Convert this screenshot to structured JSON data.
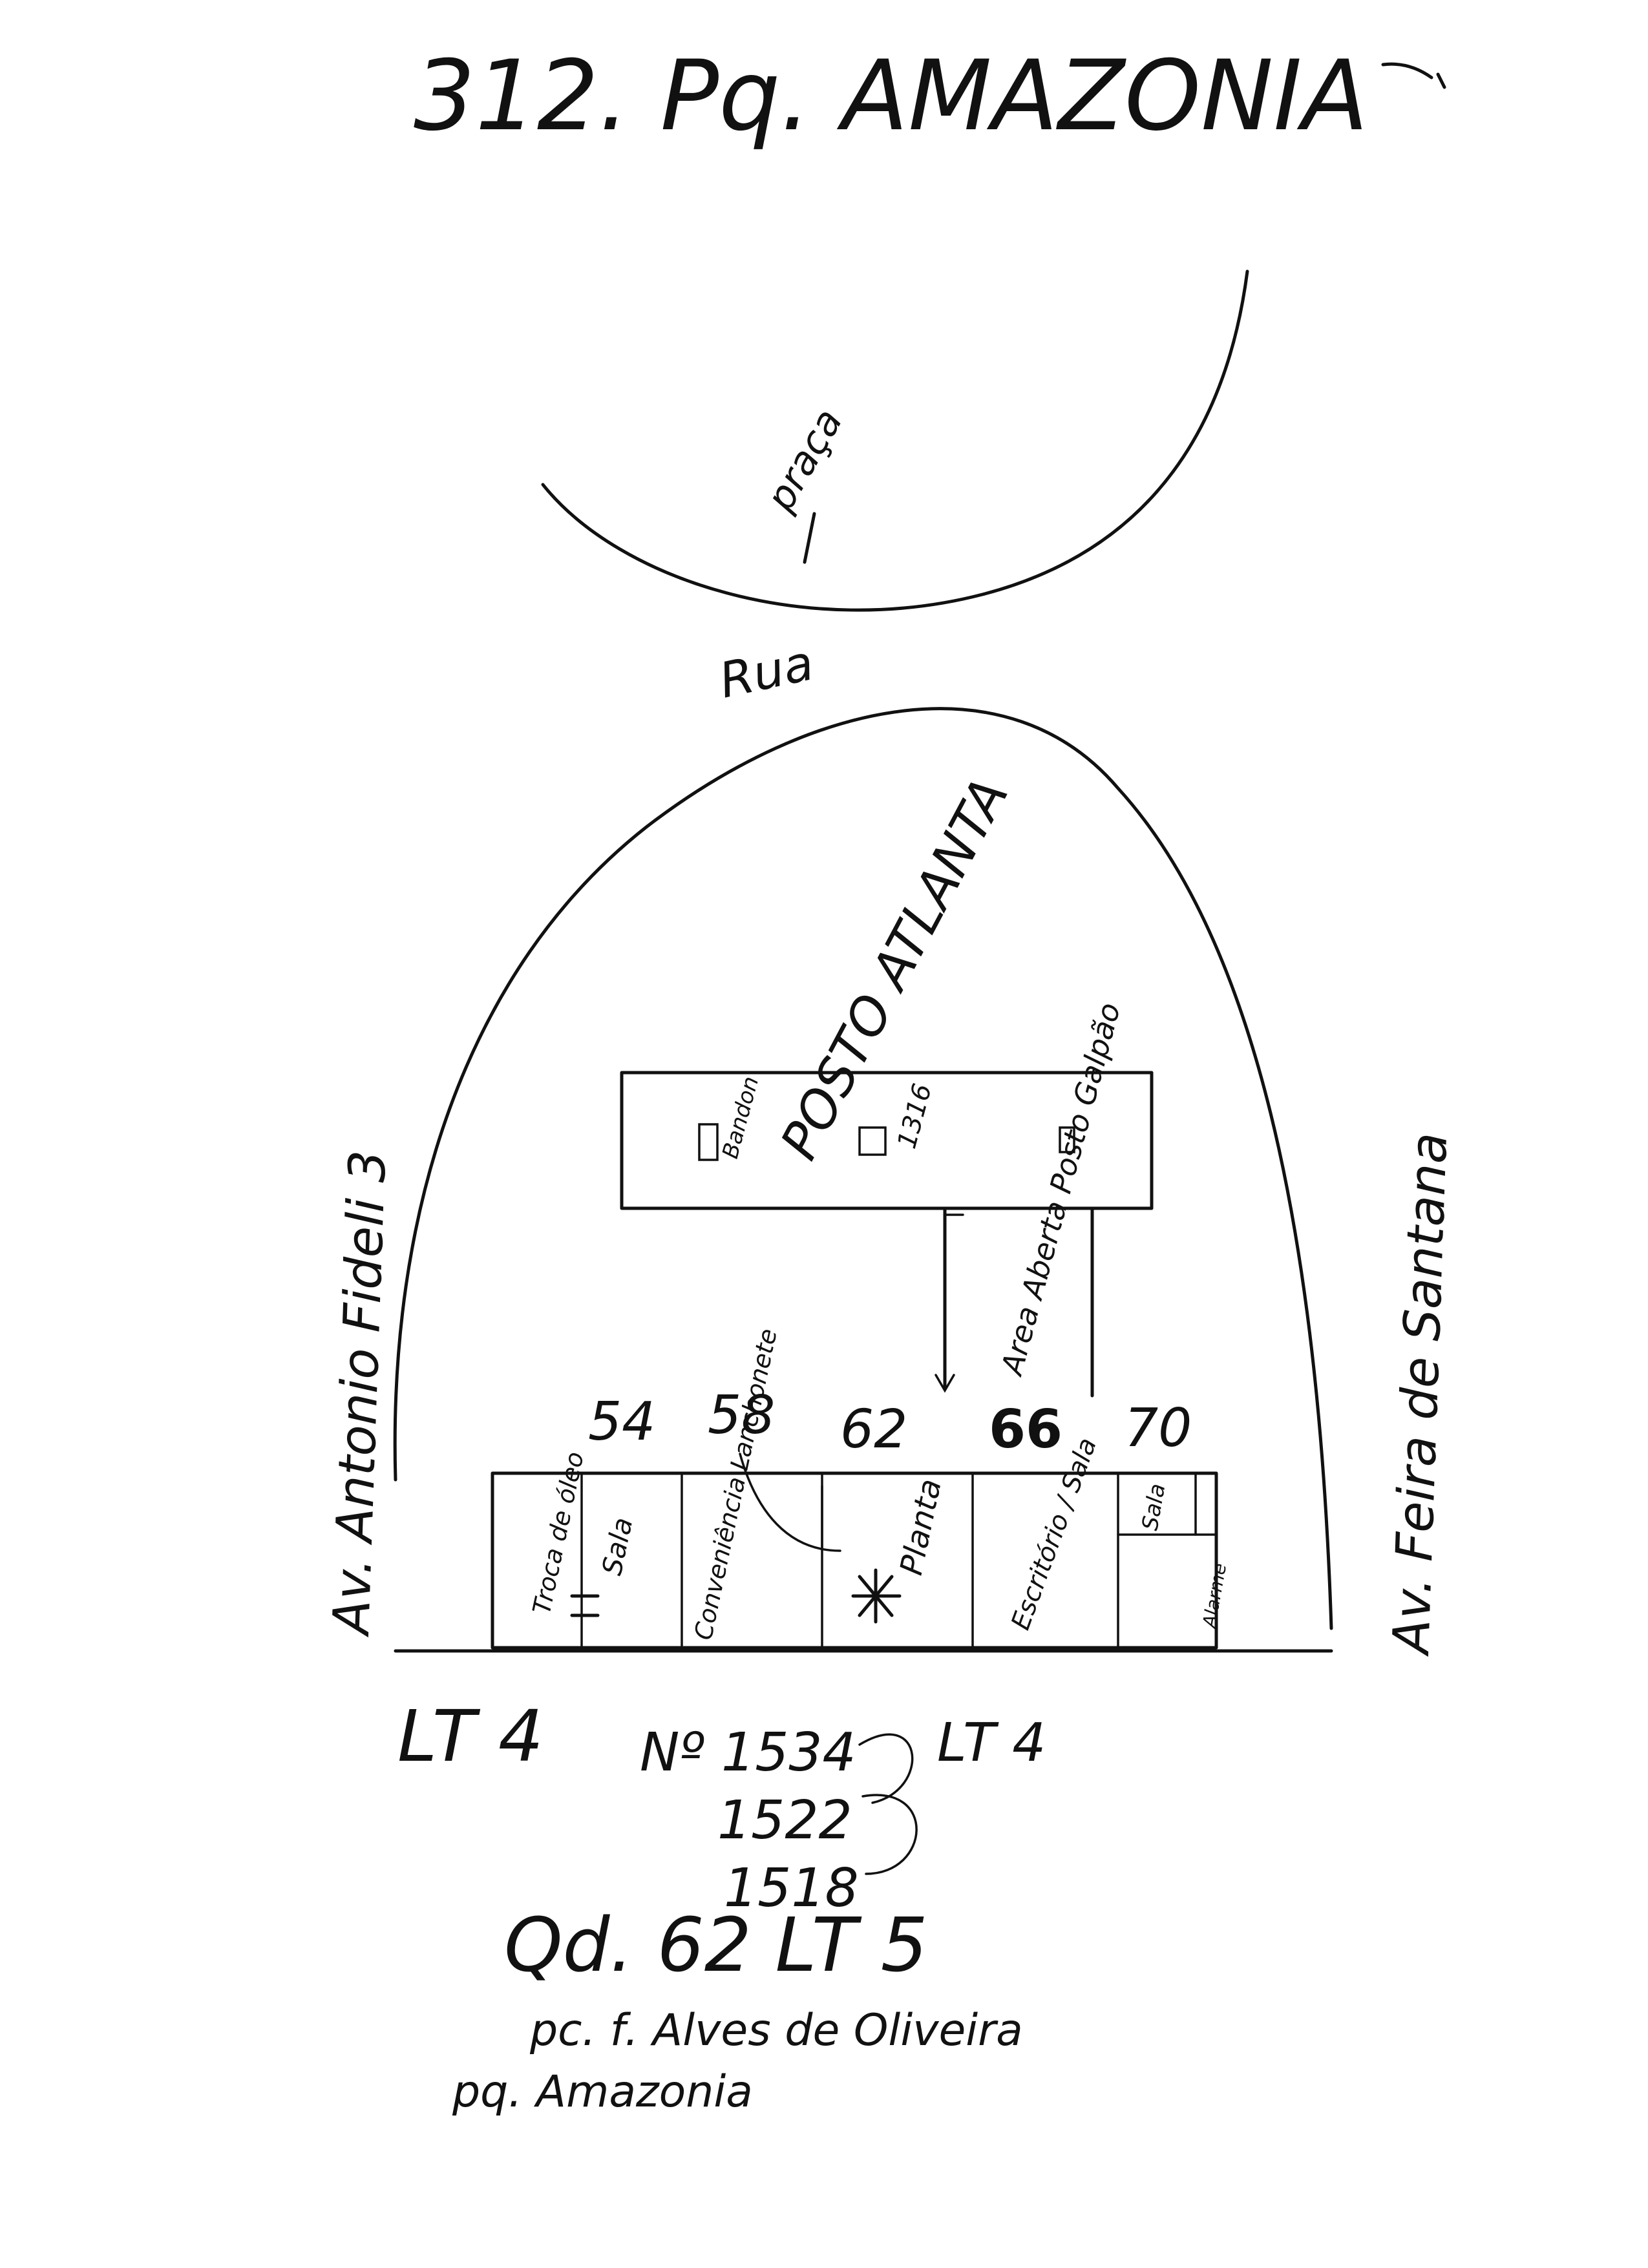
{
  "title": "312. Pq. AMAZONIA",
  "streets": {
    "top_arc_label": "praça",
    "rua": "Rua",
    "left": "Av. Antonio Fideli 3",
    "right": "Av. Feira de Santana"
  },
  "gas_station": {
    "label": "POSTO ATLANTA",
    "box_label": "Bandon",
    "number": "1316",
    "note": "Area Aberta Posto Galpão"
  },
  "numbers": [
    "54",
    "58",
    "62",
    "66",
    "70"
  ],
  "units": [
    "Troca de óleo",
    "Sala",
    "Conveniência Lanchonete",
    "Planta",
    "Escritório / Sala",
    "Sala",
    "Alarme"
  ],
  "lot": {
    "lt": "LT 4",
    "numbers": [
      "Nº 1534",
      "1522",
      "1518"
    ],
    "lt_side": "LT 4",
    "qd": "Qd. 62 LT 5",
    "street": "pc. f. Alves de Oliveira",
    "neighborhood": "pq. Amazonia"
  }
}
